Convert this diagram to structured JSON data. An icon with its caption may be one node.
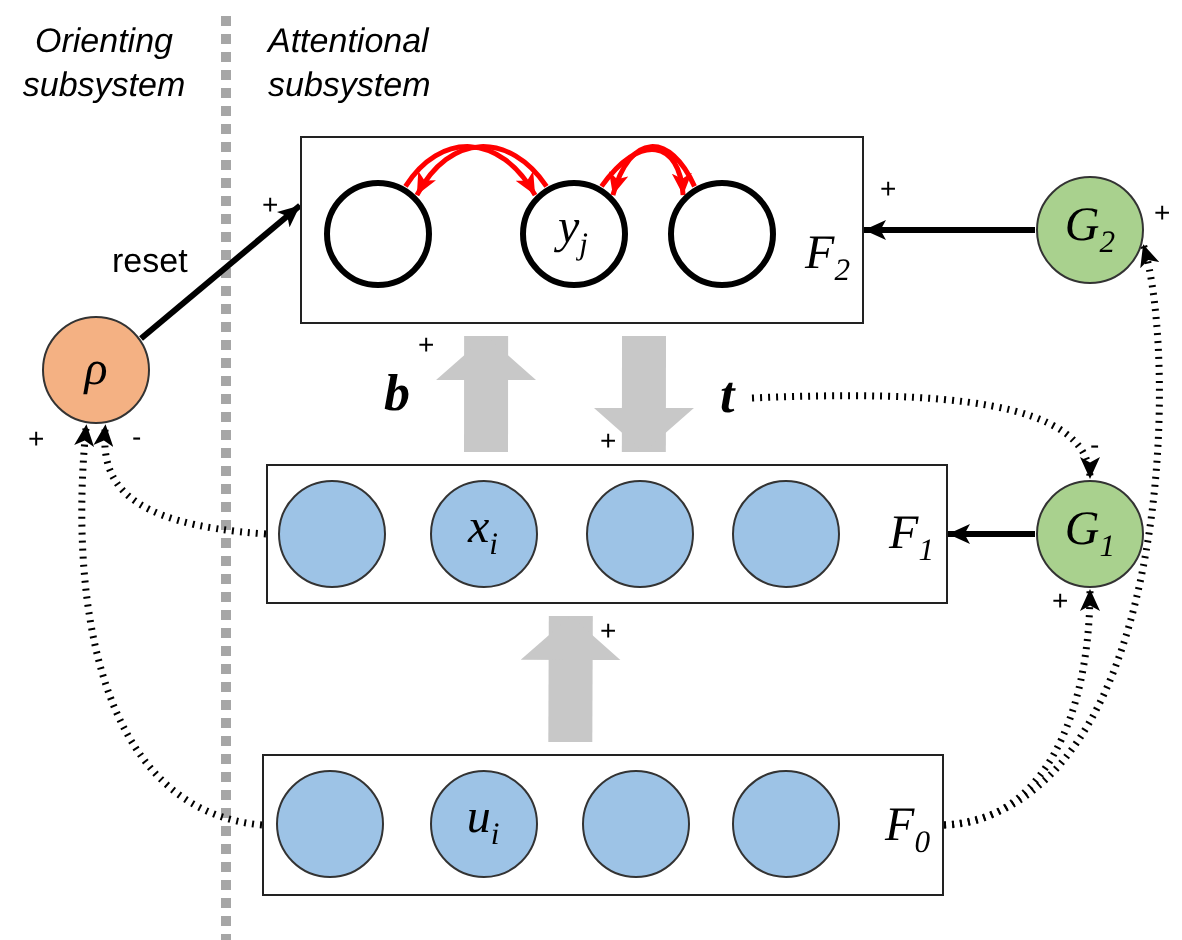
{
  "diagram": {
    "nodes": [
      {
        "text": [
          "F$_{2}$"
        ]
      },
      {
        "text": [],
        "shape": "circle",
        "in": 0
      },
      {
        "text": [
          "y$_{j}$"
        ],
        "in": 0
      },
      {
        "text": [],
        "shape": "circle",
        "in": 0
      },
      {
        "text": [
          "F$_{1}$"
        ]
      },
      {
        "text": [],
        "shape": "circle",
        "in": 4
      },
      {
        "text": [
          "x$_{i}$"
        ],
        "in": 4
      },
      {
        "text": [],
        "shape": "circle",
        "in": 4
      },
      {
        "text": [],
        "shape": "circle",
        "in": 4
      },
      {
        "text": [
          "F$_{0}$"
        ]
      },
      {
        "text": [],
        "shape": "circle",
        "in": 9
      },
      {
        "text": [
          "u$_{i}$"
        ],
        "in": 9
      },
      {
        "text": [],
        "shape": "circle",
        "in": 9
      },
      {
        "text": [],
        "shape": "circle",
        "in": 9
      },
      {
        "text": [
          "ρ"
        ]
      },
      {
        "text": [
          "G$_{2}$"
        ]
      },
      {
        "text": [
          "G$_{1}$"
        ]
      },
      {
        "text": [
          "t"
        ]
      }
    ],
    "edges": [
      {
        "from": 14,
        "to": 0,
        "arrow": "to",
        "label": "reset"
      },
      {
        "from": 15,
        "to": 0,
        "arrow": "to"
      },
      {
        "from": 16,
        "to": 4,
        "arrow": "to"
      },
      {
        "from": 4,
        "to": 14,
        "arrow": "to",
        "style": "dashed"
      },
      {
        "from": 9,
        "to": 14,
        "arrow": "to",
        "style": "dashed"
      },
      {
        "from": 9,
        "to": 16,
        "arrow": "to",
        "style": "dashed"
      },
      {
        "from": 9,
        "to": 15,
        "arrow": "to",
        "style": "dashed"
      },
      {
        "from": 17,
        "to": 16,
        "arrow": "to",
        "style": "dashed"
      },
      {
        "from": 9,
        "to": 4,
        "arrow": "to",
        "style": "thick",
        "color": "#c8c8c8"
      },
      {
        "from": 4,
        "to": 0,
        "arrow": "to",
        "style": "thick",
        "color": "#c8c8c8"
      },
      {
        "from": 0,
        "to": 4,
        "arrow": "to",
        "style": "thick",
        "color": "#c8c8c8"
      },
      {
        "from": 2,
        "to": 1,
        "arrow": "to",
        "color": "#ff0000"
      },
      {
        "from": 1,
        "to": 2,
        "arrow": "to",
        "color": "#ff0000"
      },
      {
        "from": 2,
        "to": 3,
        "arrow": "to",
        "color": "#ff0000"
      },
      {
        "from": 3,
        "to": 2,
        "arrow": "to",
        "color": "#ff0000"
      }
    ],
    "labels": [
      "Orienting subsystem",
      "Attentional subsystem",
      "+",
      "+",
      "+",
      "+",
      "b",
      "+",
      "+",
      "-",
      "-",
      "+",
      "+"
    ]
  }
}
